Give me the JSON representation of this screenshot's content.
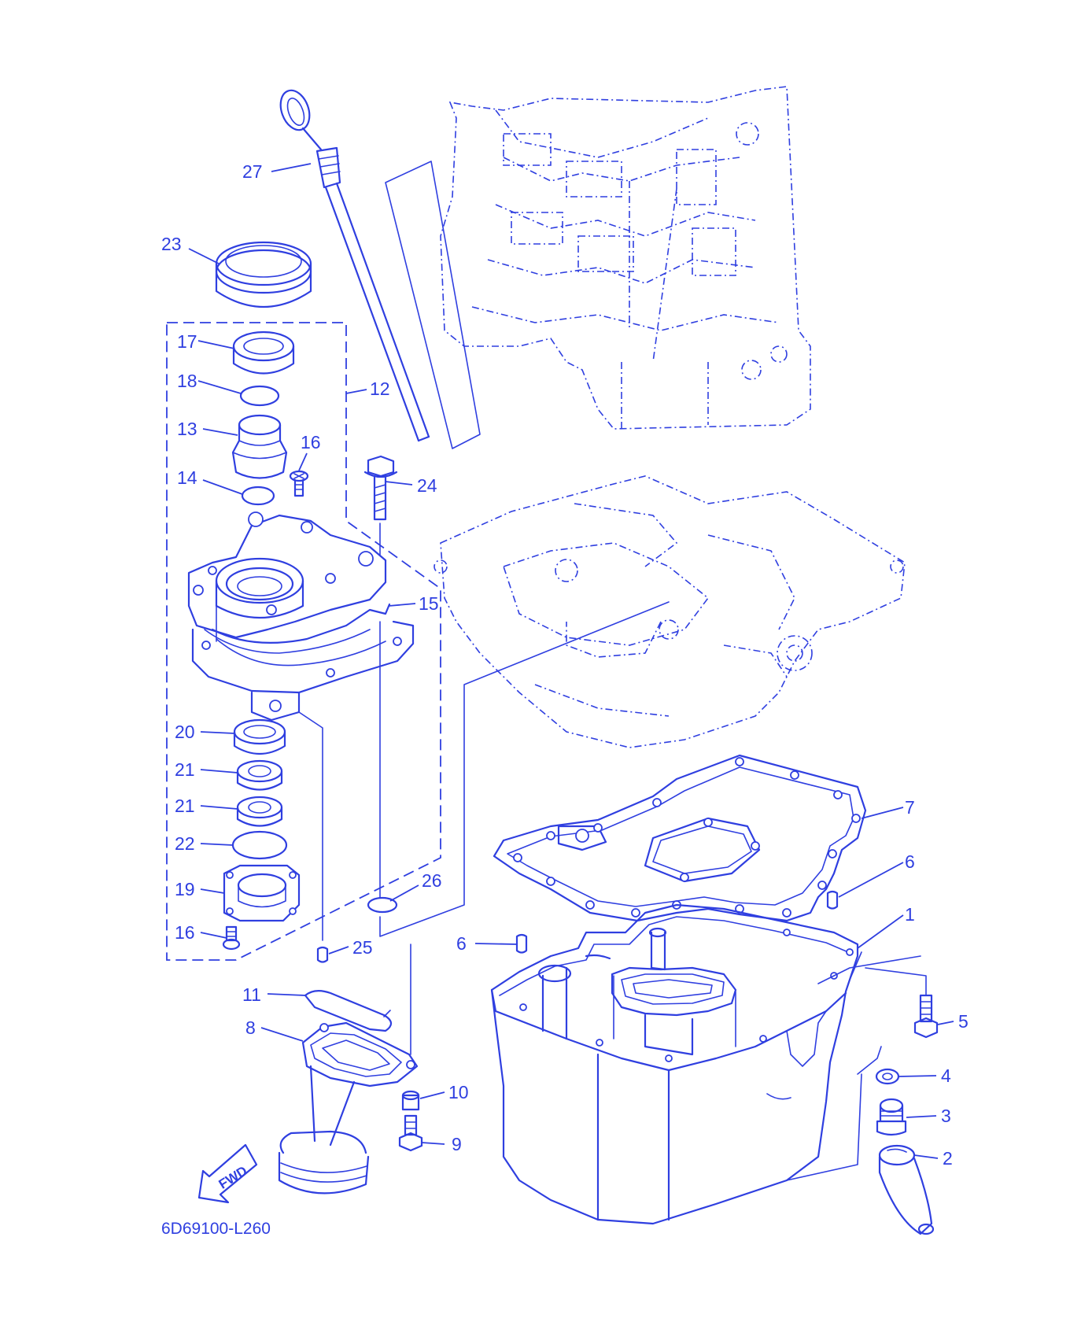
{
  "diagram": {
    "code": "6D69100-L260",
    "fwd_label": "FWD",
    "line_color": "#2f3fe0",
    "callouts": {
      "c1": "1",
      "c2": "2",
      "c3": "3",
      "c4": "4",
      "c5": "5",
      "c6a": "6",
      "c6b": "6",
      "c7": "7",
      "c8": "8",
      "c9": "9",
      "c10": "10",
      "c11": "11",
      "c12": "12",
      "c13": "13",
      "c14": "14",
      "c15": "15",
      "c16a": "16",
      "c16b": "16",
      "c17": "17",
      "c18": "18",
      "c19": "19",
      "c20": "20",
      "c21a": "21",
      "c21b": "21",
      "c22": "22",
      "c23": "23",
      "c24": "24",
      "c25": "25",
      "c26": "26",
      "c27": "27"
    }
  }
}
